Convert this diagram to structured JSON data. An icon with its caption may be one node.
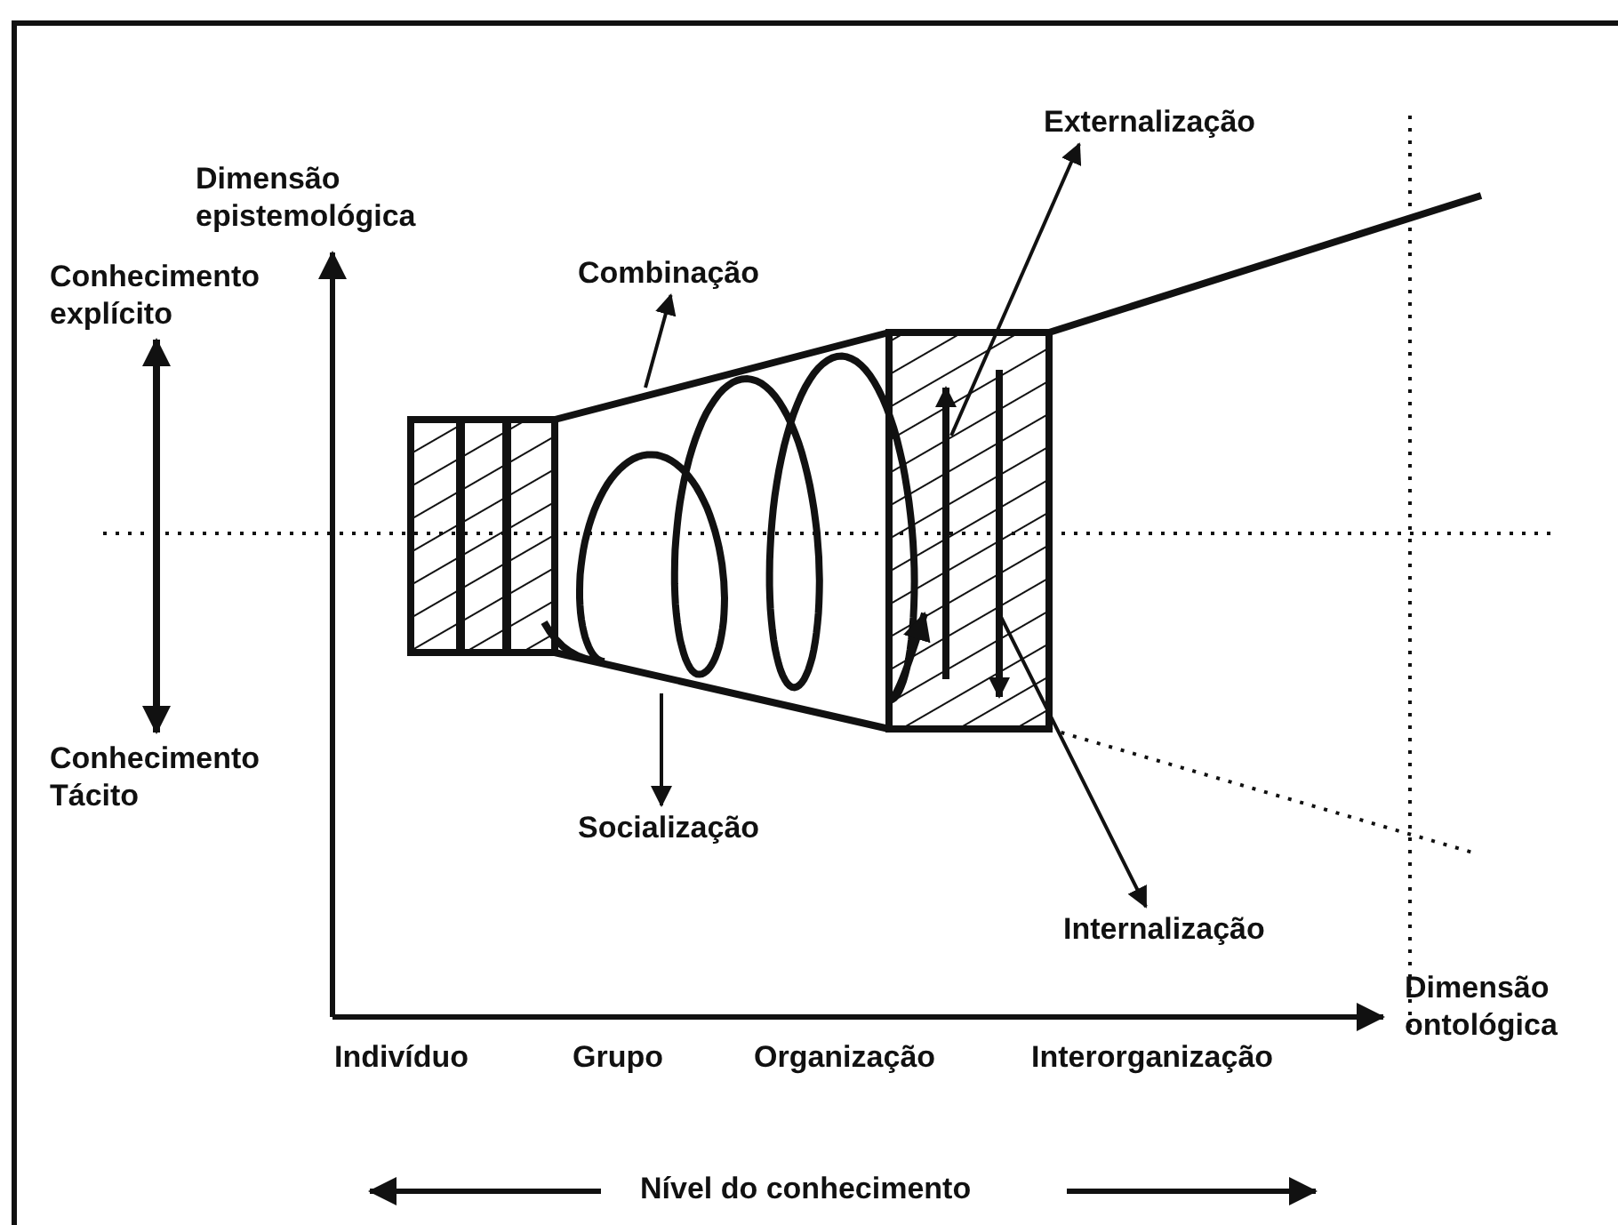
{
  "diagram": {
    "nodes": [
      {
        "text": [
          "Conhecimento explícito"
        ]
      },
      {
        "text": [
          "Conhecimento Tácito"
        ]
      },
      {
        "text": [
          "Combinação"
        ]
      },
      {
        "text": [
          "Externalização"
        ]
      },
      {
        "text": [
          "Socialização"
        ]
      },
      {
        "text": [
          "Internalização"
        ]
      }
    ],
    "edges": [
      {
        "from": 0,
        "to": 1,
        "arrow": "both",
        "style": "thick"
      },
      {
        "from": null,
        "to": 2,
        "arrow": "to"
      },
      {
        "from": null,
        "to": 3,
        "arrow": "to"
      },
      {
        "from": null,
        "to": 4,
        "arrow": "to"
      },
      {
        "from": null,
        "to": 5,
        "arrow": "to"
      }
    ],
    "labels": [
      "Dimensão epistemológica",
      "Dimensão ontológica",
      "Indivíduo",
      "Grupo",
      "Organização",
      "Interorganização",
      "Nível do conhecimento"
    ]
  }
}
